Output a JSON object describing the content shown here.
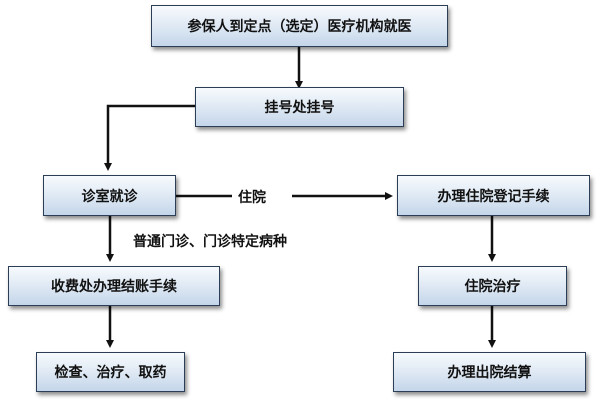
{
  "nodes": {
    "visit": "参保人到定点（选定）医疗机构就医",
    "register": "挂号处挂号",
    "consult": "诊室就诊",
    "inpatient_register": "办理住院登记手续",
    "payment": "收费处办理结账手续",
    "hospital_treatment": "住院治疗",
    "exam": "检查、治疗、取药",
    "discharge": "办理出院结算"
  },
  "edge_labels": {
    "inpatient": "住院",
    "outpatient": "普通门诊、门诊特定病种"
  }
}
